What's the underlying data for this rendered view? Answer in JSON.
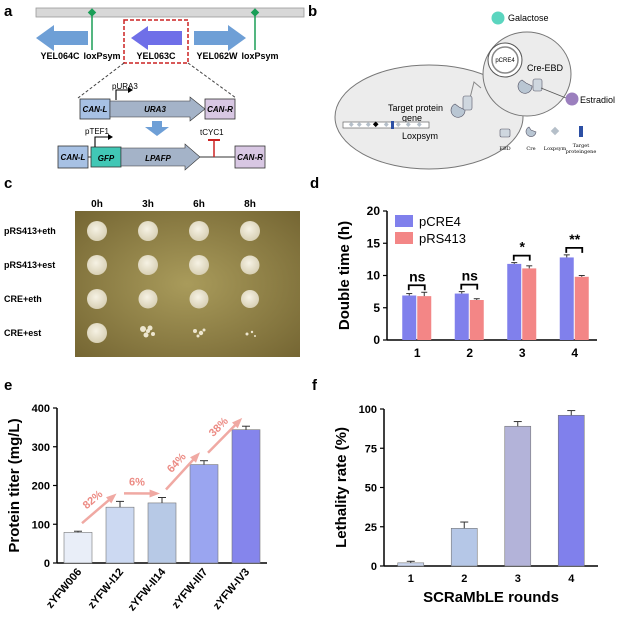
{
  "panel_labels": {
    "a": "a",
    "b": "b",
    "c": "c",
    "d": "d",
    "e": "e",
    "f": "f"
  },
  "panel_a": {
    "genes_top": [
      "YEL064C",
      "loxPsym",
      "YEL063C",
      "YEL062W",
      "loxPsym"
    ],
    "cassette1": {
      "left": "CAN-L",
      "promoter": "pURA3",
      "gene": "URA3",
      "right": "CAN-R"
    },
    "cassette2": {
      "left": "CAN-L",
      "promoter": "pTEF1",
      "reporter": "GFP",
      "gene": "LPAFP",
      "terminator": "tCYC1",
      "right": "CAN-R"
    }
  },
  "panel_b": {
    "galactose": "Galactose",
    "plasmid": "pCRE4",
    "fusion": "Cre-EBD",
    "estradiol": "Estradiol",
    "target_line1": "Target protein",
    "target_line2": "gene",
    "loxpsym": "Loxpsym",
    "legend": [
      {
        "label": "EBD"
      },
      {
        "label": "Cre"
      },
      {
        "label": "Loxpsym"
      },
      {
        "label": "Target protein gene",
        "line1": "Target",
        "line2": "proteingene"
      }
    ]
  },
  "panel_c": {
    "timepoints": [
      "0h",
      "3h",
      "6h",
      "8h"
    ],
    "rows": [
      "pRS413+eth",
      "pRS413+est",
      "CRE+eth",
      "CRE+est"
    ]
  },
  "chart_data": [
    {
      "panel": "d",
      "type": "bar",
      "ylabel": "Double time (h)",
      "xlabel": "",
      "categories": [
        "1",
        "2",
        "3",
        "4"
      ],
      "ylim": [
        0,
        20
      ],
      "yticks": [
        0,
        5,
        10,
        15,
        20
      ],
      "legend_position": "top-left",
      "series": [
        {
          "name": "pCRE4",
          "color": "#8080ec",
          "values": [
            6.9,
            7.2,
            11.8,
            12.8
          ],
          "errors": [
            0.3,
            0.3,
            0.2,
            0.4
          ]
        },
        {
          "name": "pRS413",
          "color": "#f38686",
          "values": [
            6.8,
            6.2,
            11.1,
            9.8
          ],
          "errors": [
            0.6,
            0.2,
            0.4,
            0.2
          ]
        }
      ],
      "significance": [
        "ns",
        "ns",
        "*",
        "**"
      ]
    },
    {
      "panel": "e",
      "type": "bar",
      "ylabel": "Protein titer (mg/L)",
      "xlabel": "",
      "categories": [
        "zYFW006",
        "zYFW-I12",
        "zYFW-II14",
        "zYFW-III7",
        "zYFW-IV3"
      ],
      "values": [
        79,
        144,
        155,
        254,
        344
      ],
      "errors": [
        3,
        15,
        14,
        10,
        9
      ],
      "colors": [
        "#e9eef8",
        "#ccd9f2",
        "#b7c9e6",
        "#9aa5f0",
        "#8585ec"
      ],
      "ylim": [
        0,
        400
      ],
      "yticks": [
        0,
        100,
        200,
        300,
        400
      ],
      "annotations": [
        "82%",
        "6%",
        "64%",
        "38%"
      ]
    },
    {
      "panel": "f",
      "type": "bar",
      "ylabel": "Lethality rate (%)",
      "xlabel": "SCRaMbLE rounds",
      "categories": [
        "1",
        "2",
        "3",
        "4"
      ],
      "values": [
        2,
        24,
        89,
        96
      ],
      "errors": [
        1,
        4,
        3,
        3
      ],
      "colors": [
        "#cbd7f0",
        "#b5c7e7",
        "#b3b3d9",
        "#8080ec"
      ],
      "ylim": [
        0,
        100
      ],
      "yticks": [
        0,
        25,
        50,
        75,
        100
      ]
    }
  ],
  "colors": {
    "blue_arrow": "#5c9bd6",
    "red_bar": "#e05a5a",
    "loxp_green": "#1a9e57"
  }
}
